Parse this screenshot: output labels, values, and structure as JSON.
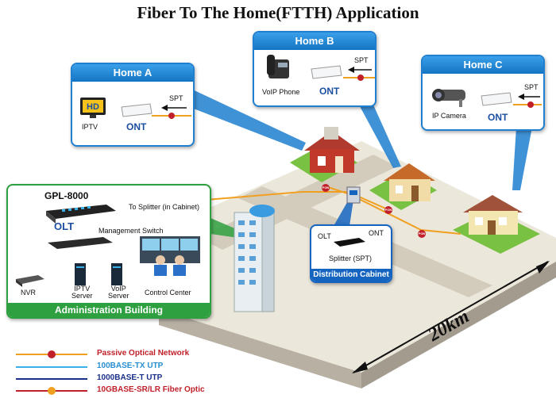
{
  "title": "Fiber To The Home(FTTH) Application",
  "homes": {
    "a": {
      "title": "Home A",
      "device": "IPTV",
      "ont": "ONT",
      "spt": "SPT",
      "hd_badge": "HD"
    },
    "b": {
      "title": "Home B",
      "device": "VoIP Phone",
      "ont": "ONT",
      "spt": "SPT"
    },
    "c": {
      "title": "Home C",
      "device": "IP Camera",
      "ont": "ONT",
      "spt": "SPT"
    }
  },
  "admin": {
    "model": "GPL-8000",
    "olt": "OLT",
    "to_splitter": "To Splitter (in Cabinet)",
    "mgmt_switch": "Management Switch",
    "nvr": "NVR",
    "iptv_server": "IPTV\nServer",
    "voip_server": "VoIP\nServer",
    "control_center": "Control Center",
    "footer": "Administration Building"
  },
  "cabinet": {
    "olt": "OLT",
    "ont": "ONT",
    "splitter": "Splitter (SPT)",
    "footer": "Distribution Cabinet"
  },
  "distance": "20km",
  "pon_badge": "PON",
  "legend": [
    {
      "label": "Passive Optical Network",
      "color": "#f0a020",
      "text_color": "#c0202a",
      "marker": "pon"
    },
    {
      "label": "100BASE-TX UTP",
      "color": "#3ab0e8",
      "text_color": "#2a8fd0",
      "marker": "none"
    },
    {
      "label": "1000BASE-T UTP",
      "color": "#1a2f8a",
      "text_color": "#1a2f8a",
      "marker": "none"
    },
    {
      "label": "10GBASE-SR/LR Fiber Optic",
      "color": "#c0202a",
      "text_color": "#c0202a",
      "marker": "fiber"
    }
  ],
  "colors": {
    "header_blue": "#1f7fd0",
    "admin_green": "#2fa040",
    "cabinet_blue": "#1565c0",
    "road": "#d9d2c2",
    "grass": "#79c142",
    "pon_line": "#f0a020"
  }
}
